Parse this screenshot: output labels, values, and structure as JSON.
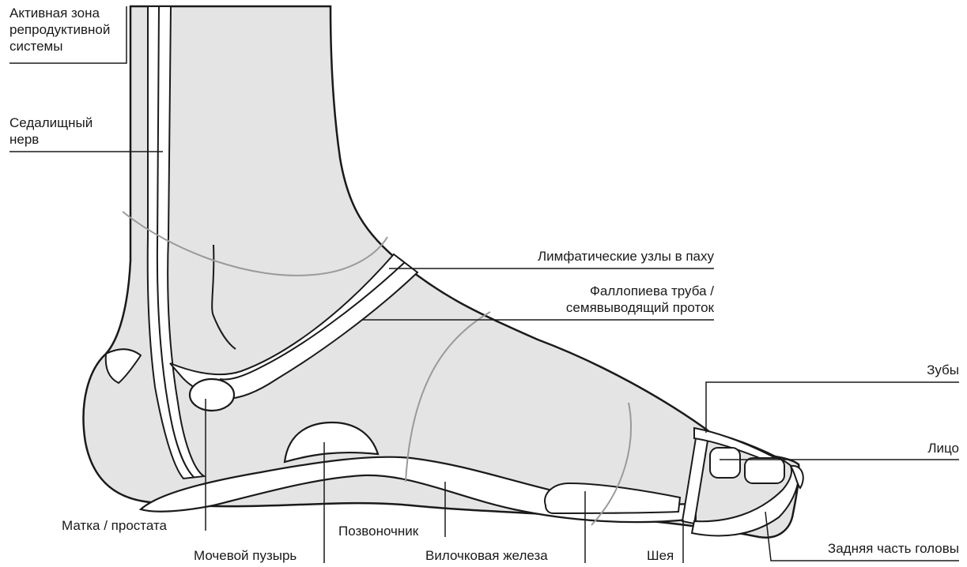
{
  "diagram": {
    "colors": {
      "foot_fill": "#e4e4e4",
      "outline": "#1a1a1a",
      "zone_fill": "#ffffff",
      "guide_line": "#9a9a9a"
    },
    "labels": {
      "reproductive_zone": [
        "Активная зона",
        "репродуктивной",
        "системы"
      ],
      "sciatic_nerve": [
        "Седалищный",
        "нерв"
      ],
      "lymph_nodes": "Лимфатические узлы в паху",
      "fallopian_tube": [
        "Фаллопиева труба /",
        "семявыводящий проток"
      ],
      "teeth": "Зубы",
      "face": "Лицо",
      "uterus_prostate": "Матка / простата",
      "bladder": "Мочевой пузырь",
      "spine": "Позвоночник",
      "thymus": "Вилочковая железа",
      "neck": "Шея",
      "back_of_head": "Задняя часть головы"
    }
  }
}
